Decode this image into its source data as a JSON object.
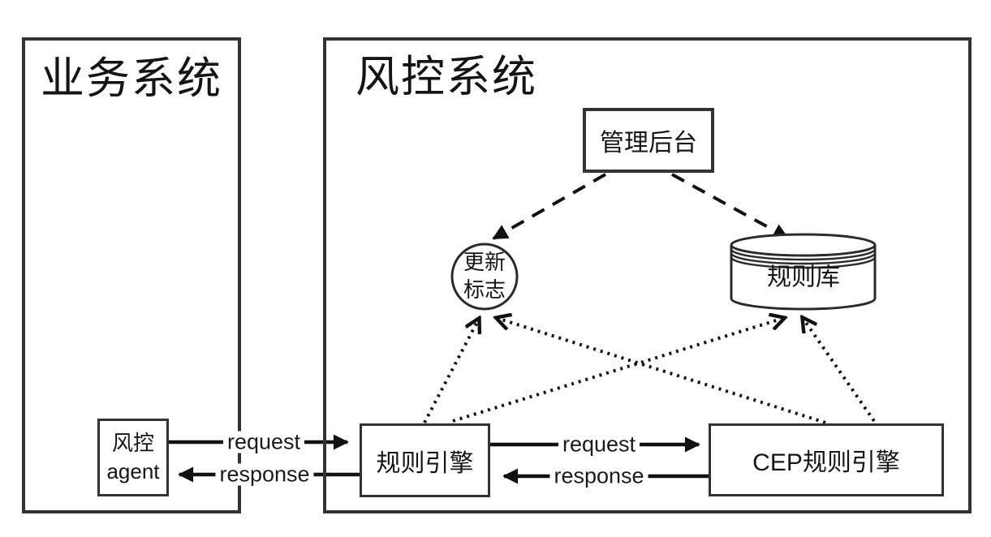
{
  "panels": {
    "business": {
      "title": "业务系统"
    },
    "risk": {
      "title": "风控系统"
    }
  },
  "nodes": {
    "admin": {
      "label": "管理后台"
    },
    "flag": {
      "line1": "更新",
      "line2": "标志"
    },
    "rulebase": {
      "label": "规则库"
    },
    "agent": {
      "line1": "风控",
      "line2": "agent"
    },
    "engine": {
      "label": "规则引擎"
    },
    "cep": {
      "label": "CEP规则引擎"
    }
  },
  "edges": {
    "agent_to_engine_request": "request",
    "engine_to_agent_response": "response",
    "engine_to_cep_request": "request",
    "cep_to_engine_response": "response"
  },
  "colors": {
    "background": "#ffffff",
    "border": "#333333",
    "line": "#111111",
    "text": "#161616"
  }
}
